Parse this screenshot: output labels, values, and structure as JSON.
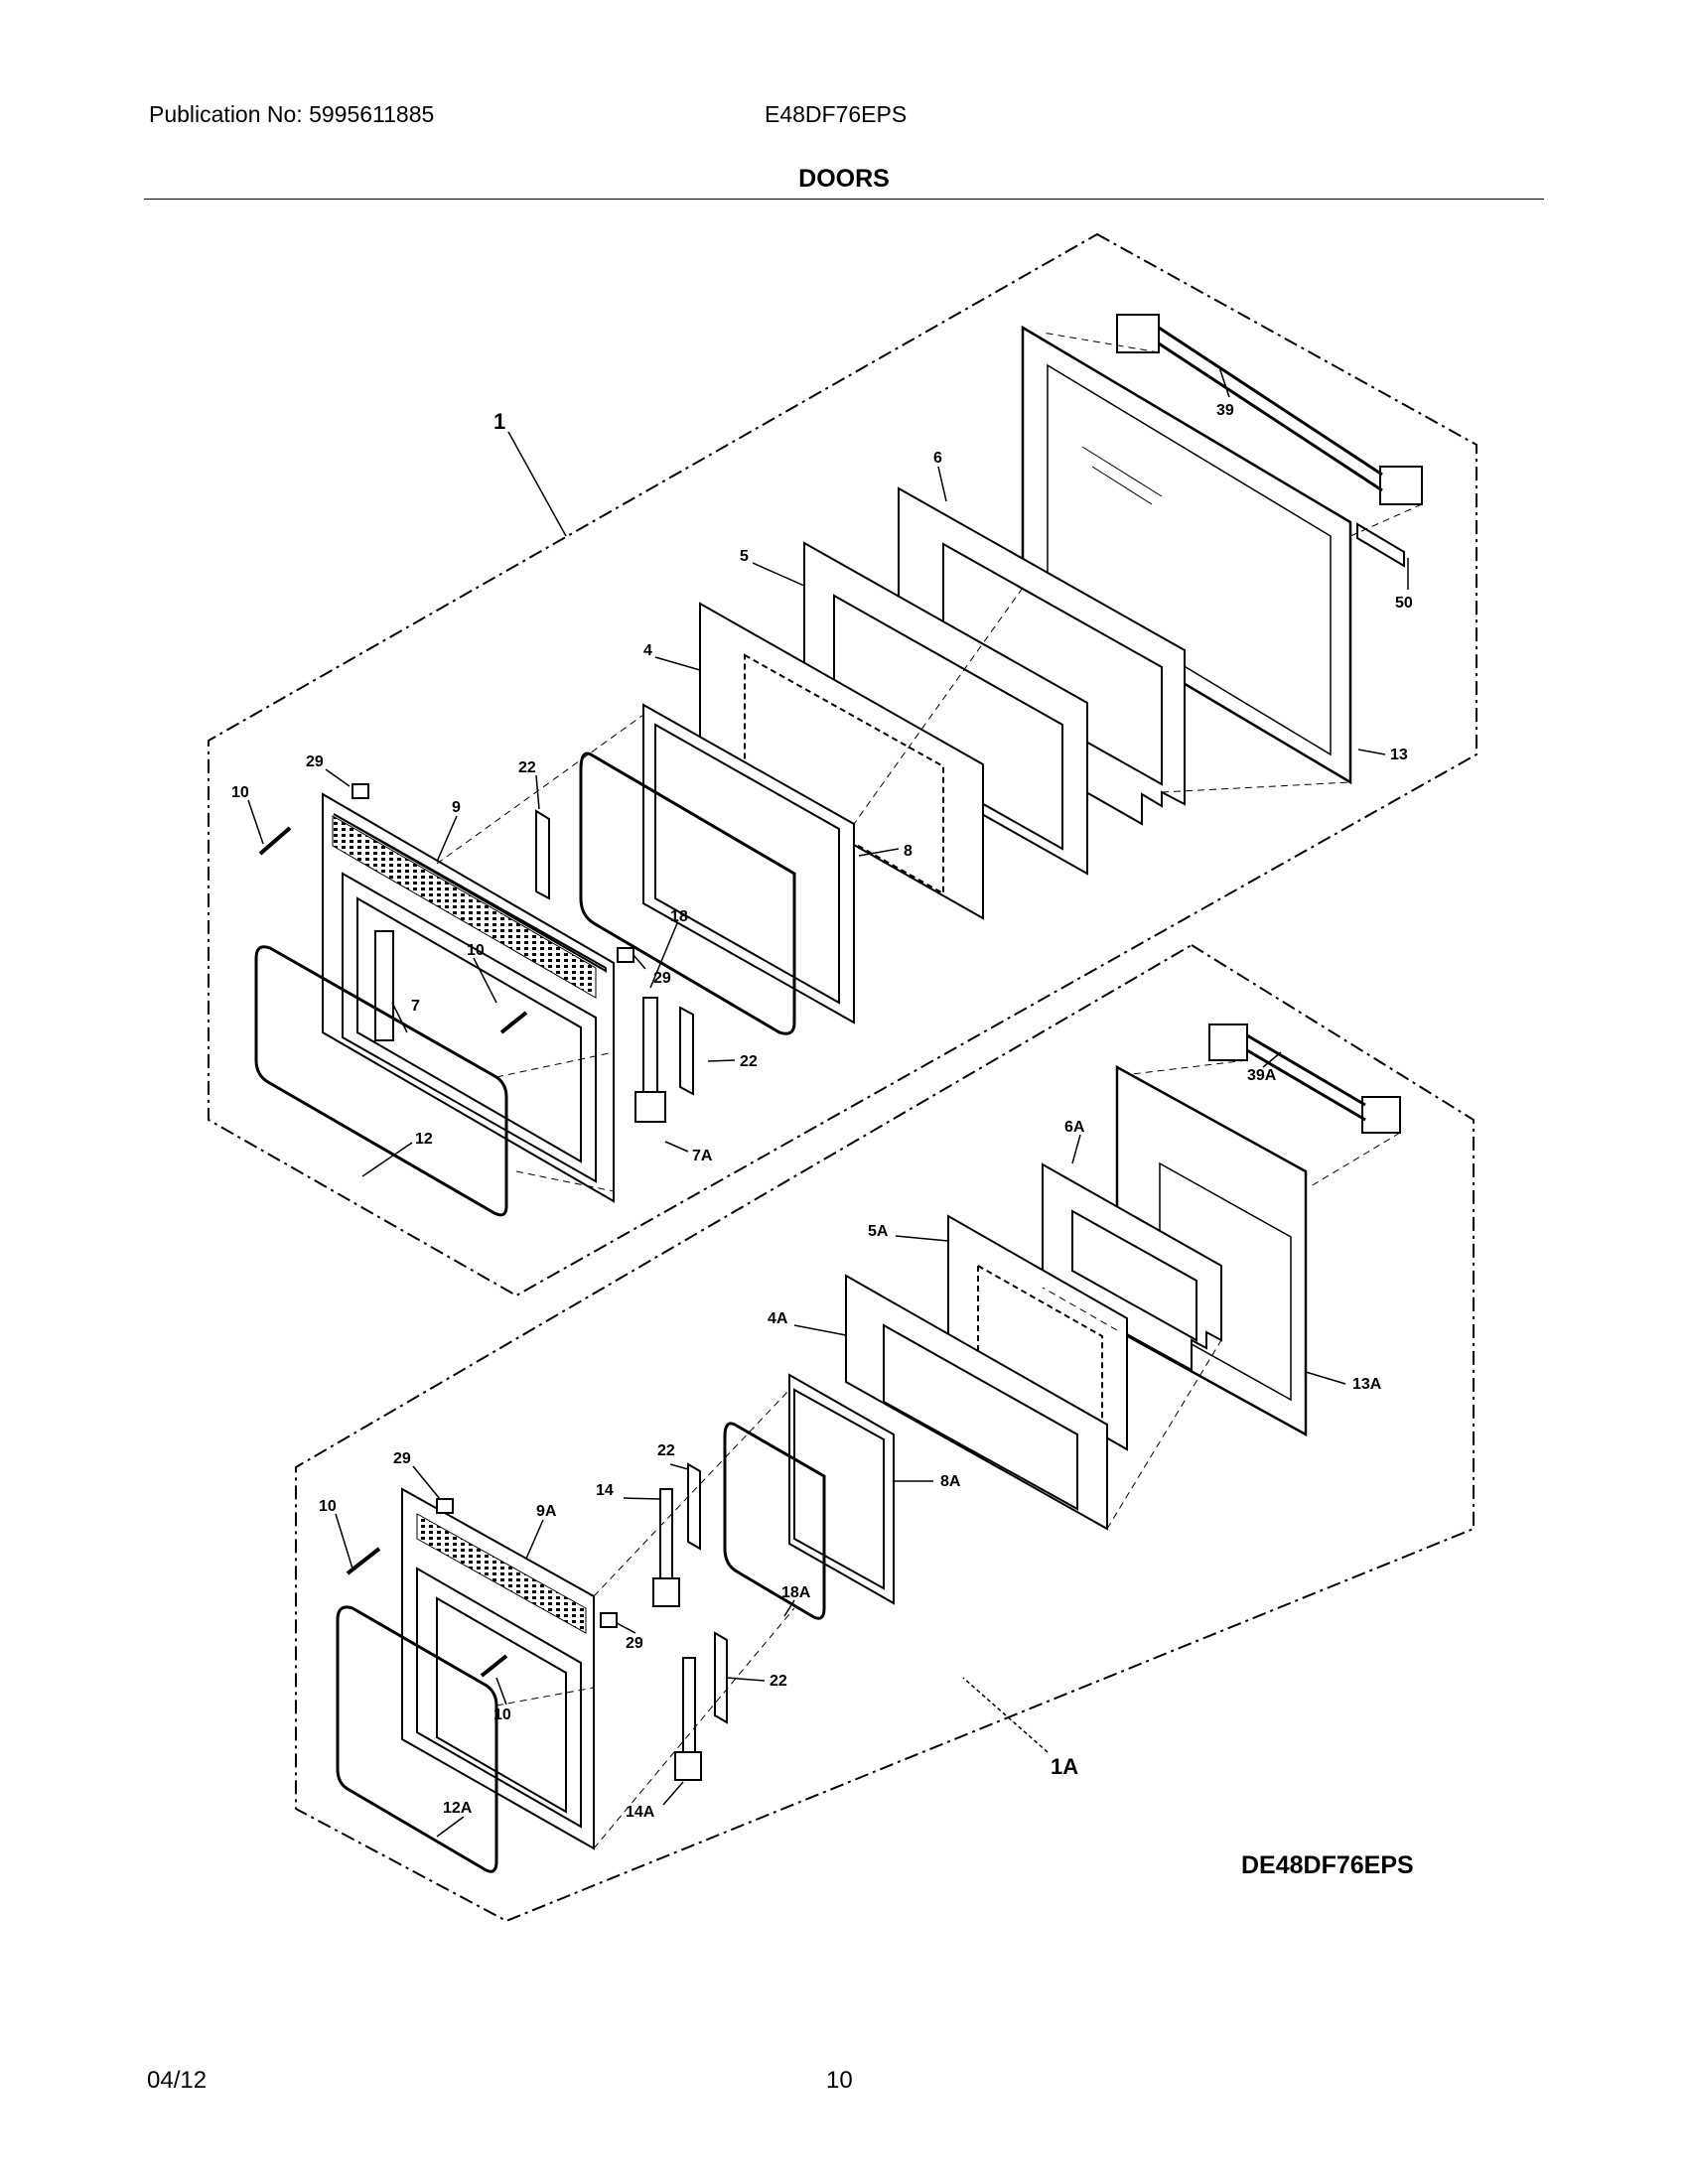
{
  "header": {
    "publication": "Publication No: 5995611885",
    "model": "E48DF76EPS",
    "title": "DOORS"
  },
  "diagram": {
    "upper_callouts": [
      "1",
      "6",
      "5",
      "4",
      "39",
      "50",
      "13",
      "29",
      "10",
      "9",
      "22",
      "8",
      "18",
      "29",
      "10",
      "7",
      "22",
      "7A",
      "12"
    ],
    "lower_callouts": [
      "39A",
      "6A",
      "5A",
      "4A",
      "13A",
      "29",
      "10",
      "9A",
      "14",
      "22",
      "8A",
      "18A",
      "29",
      "10",
      "22",
      "14A",
      "12A",
      "1A"
    ],
    "diagram_code": "DE48DF76EPS"
  },
  "footer": {
    "date": "04/12",
    "page": "10"
  }
}
